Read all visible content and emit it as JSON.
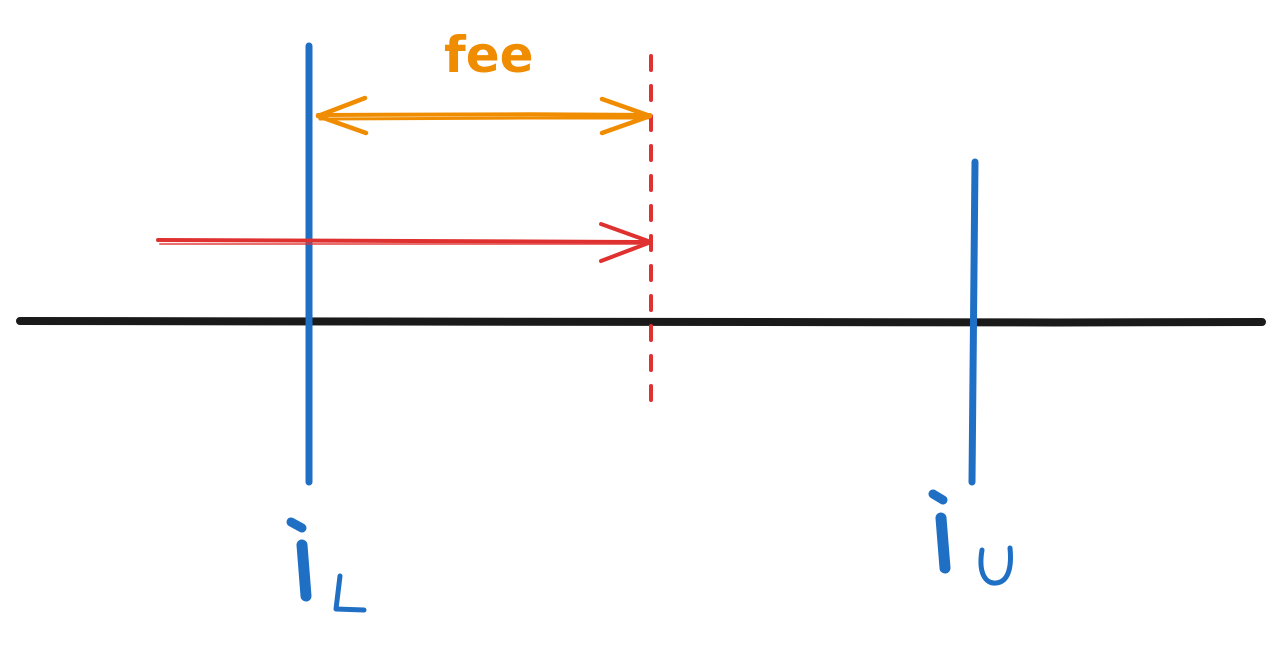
{
  "colors": {
    "axis": "#1a1a1a",
    "bounds": "#1f6fc5",
    "fee": "#f08c00",
    "price": "#e03131"
  },
  "labels": {
    "fee": "fee",
    "lower_symbol": "i",
    "lower_subscript": "L",
    "upper_symbol": "i",
    "upper_subscript": "U"
  },
  "icons": {
    "fee_arrow": "double-headed-arrow",
    "price_arrow": "right-arrow"
  }
}
